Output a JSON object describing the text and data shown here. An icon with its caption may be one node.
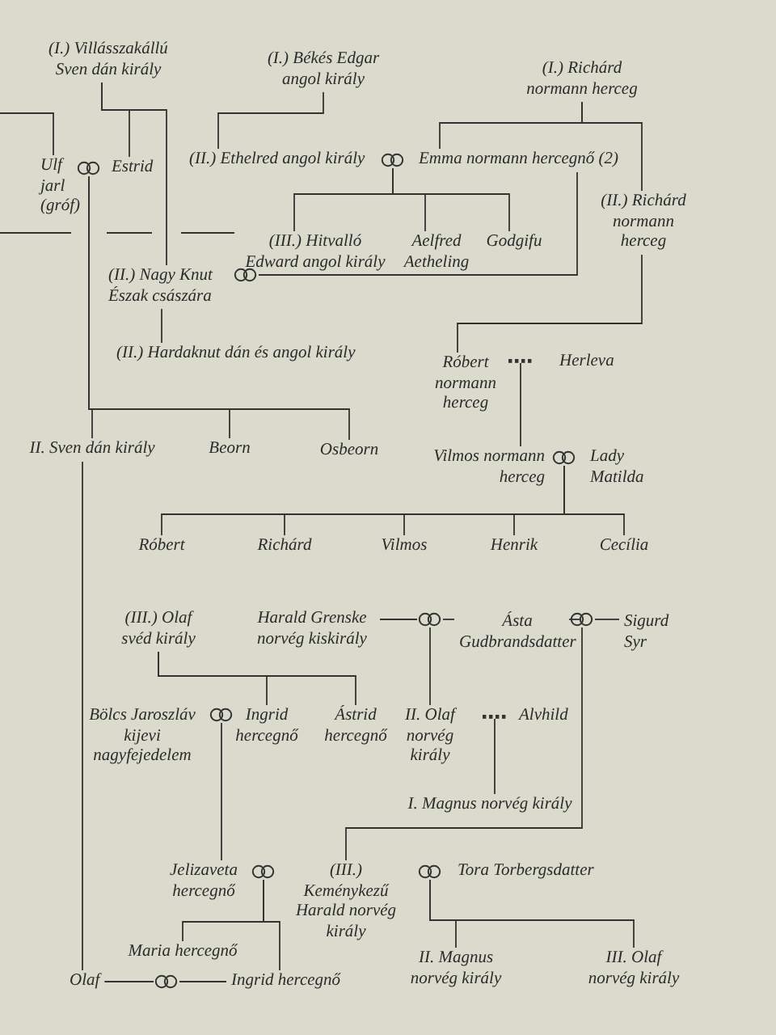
{
  "diagram": {
    "nodes": [
      {
        "text": [
          "(I.) Villásszakállú Sven dán király"
        ]
      },
      {
        "text": [
          "(I.) Békés Edgar angol király"
        ]
      },
      {
        "text": [
          "(I.) Richárd normann herceg"
        ]
      },
      {
        "text": [
          "Ulf jarl (gróf)"
        ]
      },
      {
        "text": [],
        "shape": "rings"
      },
      {
        "text": [
          "Estrid"
        ]
      },
      {
        "text": [
          "(II.) Ethelred angol király"
        ]
      },
      {
        "text": [],
        "shape": "rings"
      },
      {
        "text": [
          "Emma normann hercegnő (2)"
        ]
      },
      {
        "text": [
          "(II.) Richárd normann herceg"
        ]
      },
      {
        "text": [
          "(III.) Hitvalló Edward angol király"
        ]
      },
      {
        "text": [
          "Aelfred Aetheling"
        ]
      },
      {
        "text": [
          "Godgifu"
        ]
      },
      {
        "text": [
          "(II.) Nagy Knut Észak császára"
        ]
      },
      {
        "text": [],
        "shape": "rings"
      },
      {
        "text": [
          "(II.) Hardaknut dán és angol király"
        ]
      },
      {
        "text": [
          "Róbert normann herceg"
        ]
      },
      {
        "text": [],
        "shape": "dots"
      },
      {
        "text": [
          "Herleva"
        ]
      },
      {
        "text": [
          "II. Sven dán király"
        ]
      },
      {
        "text": [
          "Beorn"
        ]
      },
      {
        "text": [
          "Osbeorn"
        ]
      },
      {
        "text": [
          "Vilmos normann herceg"
        ]
      },
      {
        "text": [],
        "shape": "rings"
      },
      {
        "text": [
          "Lady Matilda"
        ]
      },
      {
        "text": [
          "Róbert"
        ]
      },
      {
        "text": [
          "Richárd"
        ]
      },
      {
        "text": [
          "Vilmos"
        ]
      },
      {
        "text": [
          "Henrik"
        ]
      },
      {
        "text": [
          "Cecília"
        ]
      },
      {
        "text": [
          "(III.) Olaf svéd király"
        ]
      },
      {
        "text": [
          "Harald Grenske norvég kiskirály"
        ]
      },
      {
        "text": [],
        "shape": "rings"
      },
      {
        "text": [
          "Ásta Gudbrandsdatter"
        ]
      },
      {
        "text": [],
        "shape": "rings"
      },
      {
        "text": [
          "Sigurd Syr"
        ]
      },
      {
        "text": [
          "Bölcs Jaroszláv kijevi nagyfejedelem"
        ]
      },
      {
        "text": [],
        "shape": "rings"
      },
      {
        "text": [
          "Ingrid hercegnő"
        ]
      },
      {
        "text": [
          "Ástrid hercegnő"
        ]
      },
      {
        "text": [
          "II. Olaf norvég király"
        ]
      },
      {
        "text": [],
        "shape": "dots"
      },
      {
        "text": [
          "Alvhild"
        ]
      },
      {
        "text": [
          "I. Magnus norvég király"
        ]
      },
      {
        "text": [
          "Jelizaveta hercegnő"
        ]
      },
      {
        "text": [],
        "shape": "rings"
      },
      {
        "text": [
          "(III.) Keménykezű Harald norvég király"
        ]
      },
      {
        "text": [],
        "shape": "rings"
      },
      {
        "text": [
          "Tora Torbergsdatter"
        ]
      },
      {
        "text": [
          "Maria hercegnő"
        ]
      },
      {
        "text": [
          "II. Magnus norvég király"
        ]
      },
      {
        "text": [
          "III. Olaf norvég király"
        ]
      },
      {
        "text": [
          "Olaf"
        ]
      },
      {
        "text": [],
        "shape": "rings"
      },
      {
        "text": [
          "Ingrid hercegnő"
        ]
      }
    ],
    "edges": [
      {
        "from": 0,
        "to": 5,
        "arrow": "none"
      },
      {
        "from": 0,
        "to": 13,
        "arrow": "none"
      },
      {
        "from": 1,
        "to": 6,
        "arrow": "none"
      },
      {
        "from": 2,
        "to": 8,
        "arrow": "none"
      },
      {
        "from": 2,
        "to": 9,
        "arrow": "none"
      },
      {
        "from": null,
        "to": 3,
        "arrow": "none"
      },
      {
        "from": 4,
        "to": 19,
        "arrow": "none"
      },
      {
        "from": 4,
        "to": 20,
        "arrow": "none"
      },
      {
        "from": 4,
        "to": 21,
        "arrow": "none"
      },
      {
        "from": 7,
        "to": 10,
        "arrow": "none"
      },
      {
        "from": 7,
        "to": 11,
        "arrow": "none"
      },
      {
        "from": 7,
        "to": 12,
        "arrow": "none"
      },
      {
        "from": 14,
        "to": 8,
        "arrow": "none"
      },
      {
        "from": 13,
        "to": 15,
        "arrow": "none"
      },
      {
        "from": 9,
        "to": 16,
        "arrow": "none"
      },
      {
        "from": 17,
        "to": 22,
        "arrow": "none"
      },
      {
        "from": 23,
        "to": 25,
        "arrow": "none"
      },
      {
        "from": 23,
        "to": 26,
        "arrow": "none"
      },
      {
        "from": 23,
        "to": 27,
        "arrow": "none"
      },
      {
        "from": 23,
        "to": 28,
        "arrow": "none"
      },
      {
        "from": 23,
        "to": 29,
        "arrow": "none"
      },
      {
        "from": 30,
        "to": 38,
        "arrow": "none"
      },
      {
        "from": 30,
        "to": 39,
        "arrow": "none"
      },
      {
        "from": 31,
        "to": 32,
        "arrow": "none"
      },
      {
        "from": 32,
        "to": 33,
        "arrow": "none"
      },
      {
        "from": 33,
        "to": 34,
        "arrow": "none"
      },
      {
        "from": 34,
        "to": 35,
        "arrow": "none"
      },
      {
        "from": 32,
        "to": 40,
        "arrow": "none"
      },
      {
        "from": 34,
        "to": 46,
        "arrow": "none"
      },
      {
        "from": 41,
        "to": 43,
        "arrow": "none"
      },
      {
        "from": 37,
        "to": 44,
        "arrow": "none"
      },
      {
        "from": 45,
        "to": 49,
        "arrow": "none"
      },
      {
        "from": 45,
        "to": 54,
        "arrow": "none"
      },
      {
        "from": 47,
        "to": 50,
        "arrow": "none"
      },
      {
        "from": 47,
        "to": 51,
        "arrow": "none"
      },
      {
        "from": 19,
        "to": 52,
        "arrow": "none"
      },
      {
        "from": 52,
        "to": 53,
        "arrow": "none"
      },
      {
        "from": 53,
        "to": 54,
        "arrow": "none"
      }
    ]
  }
}
